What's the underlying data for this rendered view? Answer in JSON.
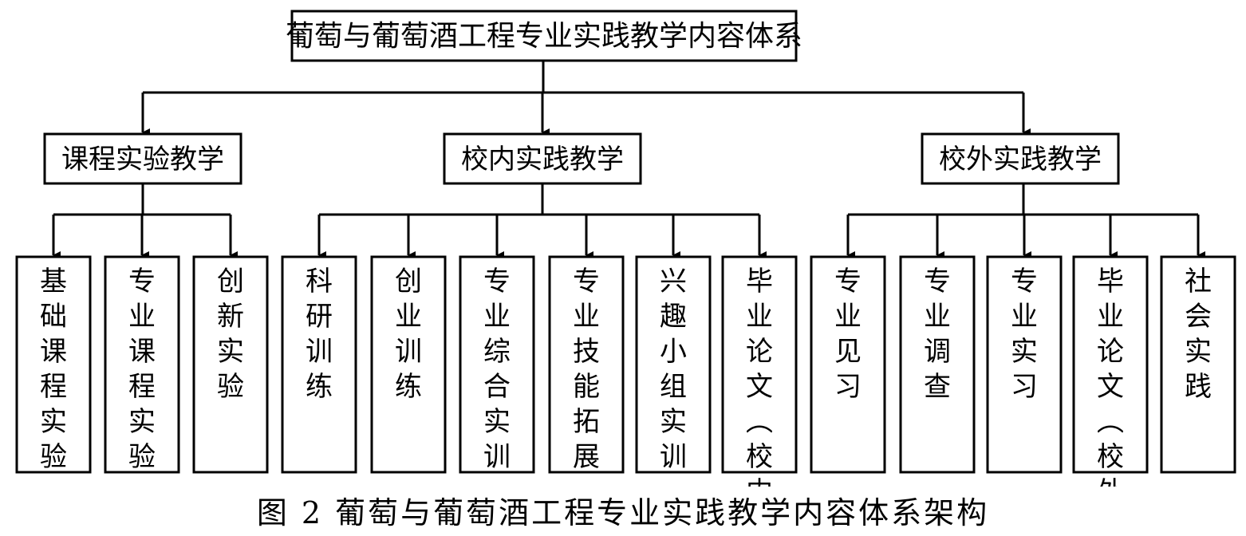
{
  "root": {
    "label": "葡萄与葡萄酒工程专业实践教学内容体系"
  },
  "categories": [
    {
      "label": "课程实验教学",
      "items": [
        "基础课程实验",
        "专业课程实验",
        "创新实验"
      ]
    },
    {
      "label": "校内实践教学",
      "items": [
        "科研训练",
        "创业训练",
        "专业综合实训",
        "专业技能拓展",
        "兴趣小组实训",
        "毕业论文（校内）"
      ]
    },
    {
      "label": "校外实践教学",
      "items": [
        "专业见习",
        "专业调查",
        "专业实习",
        "毕业论文（校外）",
        "社会实践"
      ]
    }
  ],
  "caption": "图 2  葡萄与葡萄酒工程专业实践教学内容体系架构"
}
